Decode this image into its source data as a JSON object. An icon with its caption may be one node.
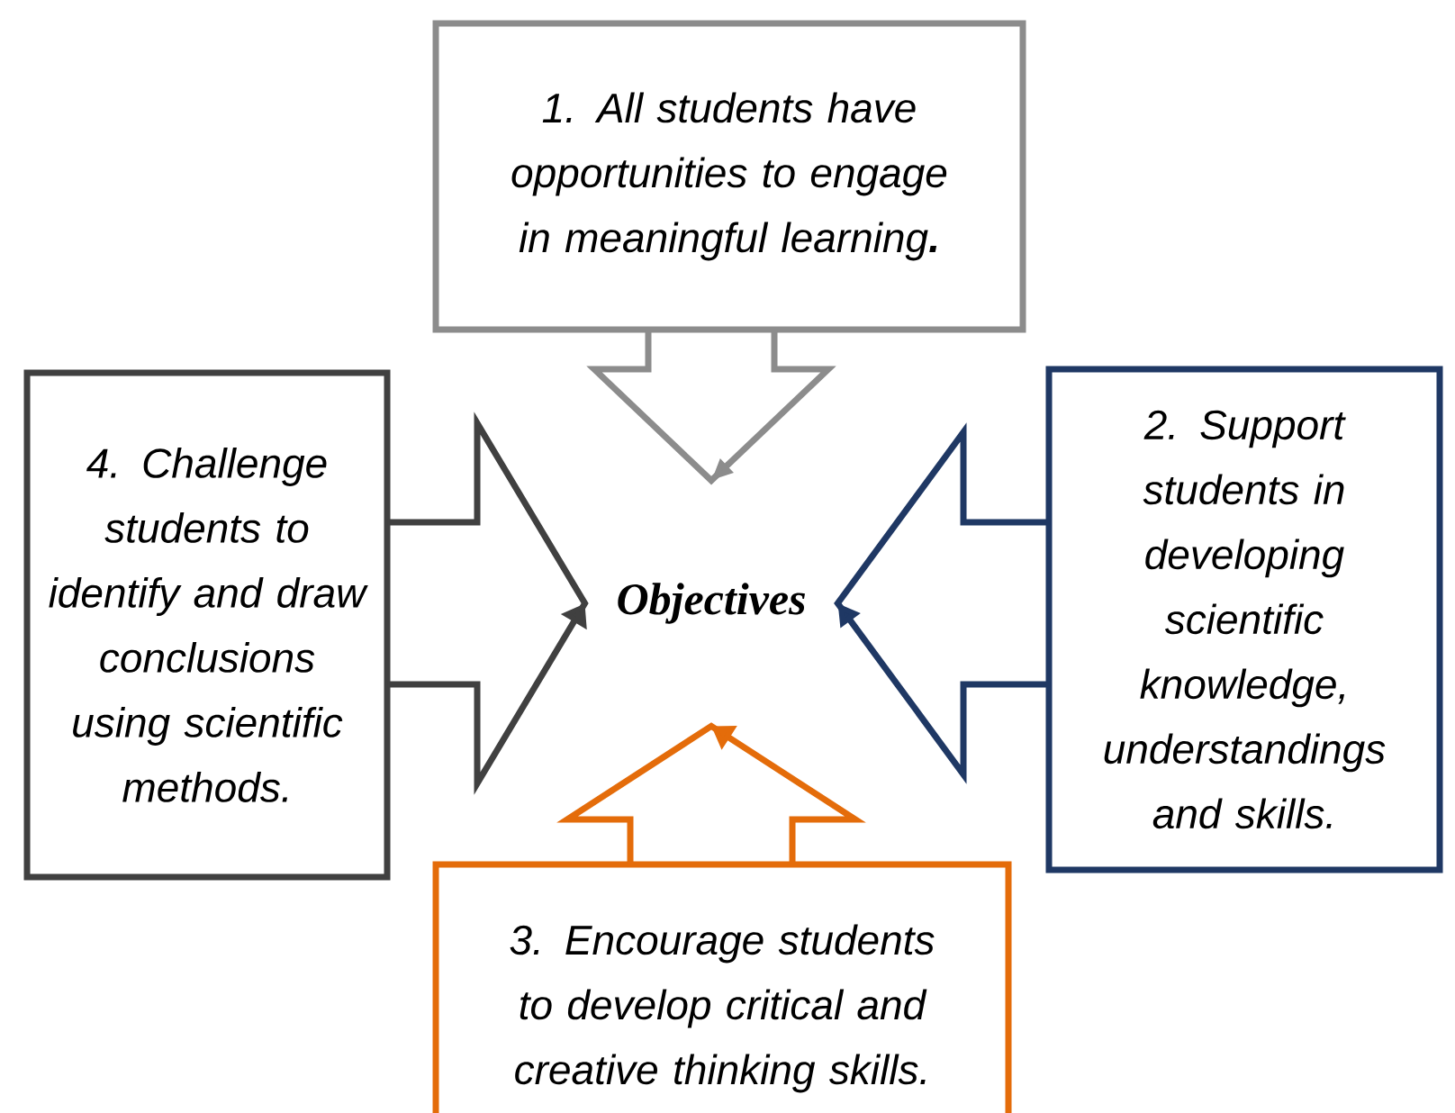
{
  "diagram": {
    "nodes": [
      {
        "text": [
          "Objectives"
        ]
      },
      {
        "text": [
          "1. All students have opportunities to engage in meaningful learning**.**"
        ]
      },
      {
        "text": [
          "2. Support students in developing scientific knowledge, understandings and skills."
        ]
      },
      {
        "text": [
          "3. Encourage students to develop critical and creative thinking skills."
        ]
      },
      {
        "text": [
          "4. Challenge students to identify and draw conclusions using scientific methods."
        ]
      }
    ],
    "edges": [
      {
        "from": 1,
        "to": 0,
        "arrow": "to",
        "color": "#8c8c8c"
      },
      {
        "from": 2,
        "to": 0,
        "arrow": "to",
        "color": "#1f3864"
      },
      {
        "from": 3,
        "to": 0,
        "arrow": "to",
        "color": "#e46c0a"
      },
      {
        "from": 4,
        "to": 0,
        "arrow": "to",
        "color": "#404040"
      }
    ]
  }
}
